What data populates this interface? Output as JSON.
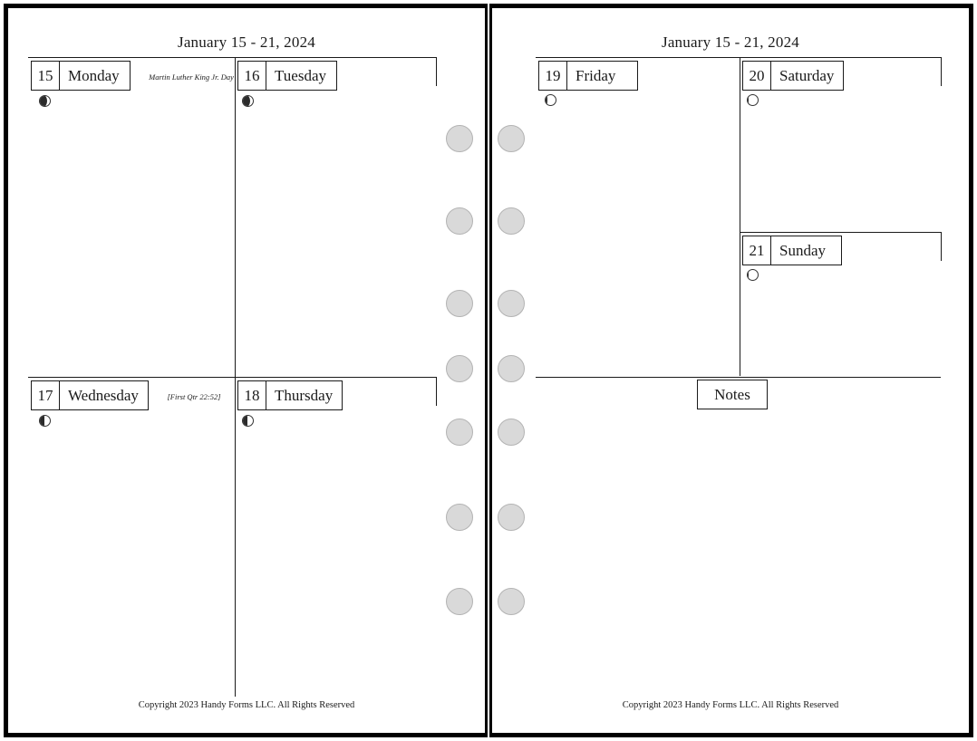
{
  "spread": {
    "title": "January 15 - 21, 2024",
    "footer": "Copyright 2023 Handy Forms LLC. All Rights Reserved"
  },
  "left_page": {
    "title": "January 15 - 21, 2024",
    "footer": "Copyright 2023 Handy Forms LLC. All Rights Reserved",
    "days": [
      {
        "num": "15",
        "name": "Monday",
        "annotation": "Martin Luther King Jr. Day",
        "moon": "waning-crescent"
      },
      {
        "num": "16",
        "name": "Tuesday",
        "annotation": "",
        "moon": "waning-crescent"
      },
      {
        "num": "17",
        "name": "Wednesday",
        "annotation": "[First Qtr 22:52]",
        "moon": "first-quarter"
      },
      {
        "num": "18",
        "name": "Thursday",
        "annotation": "",
        "moon": "first-quarter"
      }
    ]
  },
  "right_page": {
    "title": "January 15 - 21, 2024",
    "footer": "Copyright 2023 Handy Forms LLC. All Rights Reserved",
    "notes_label": "Notes",
    "days": [
      {
        "num": "19",
        "name": "Friday",
        "annotation": "",
        "moon": "waxing-gibbous"
      },
      {
        "num": "20",
        "name": "Saturday",
        "annotation": "",
        "moon": "waxing-gibbous"
      },
      {
        "num": "21",
        "name": "Sunday",
        "annotation": "",
        "moon": "waxing-gibbous"
      }
    ]
  },
  "binder": {
    "hole_count_per_side": 7,
    "hole_color": "#d9d9d9",
    "hole_border_color": "#b3b3b3"
  },
  "colors": {
    "page_border": "#000000",
    "rule": "#1a1a1a",
    "text": "#1a1a1a",
    "background": "#ffffff"
  }
}
